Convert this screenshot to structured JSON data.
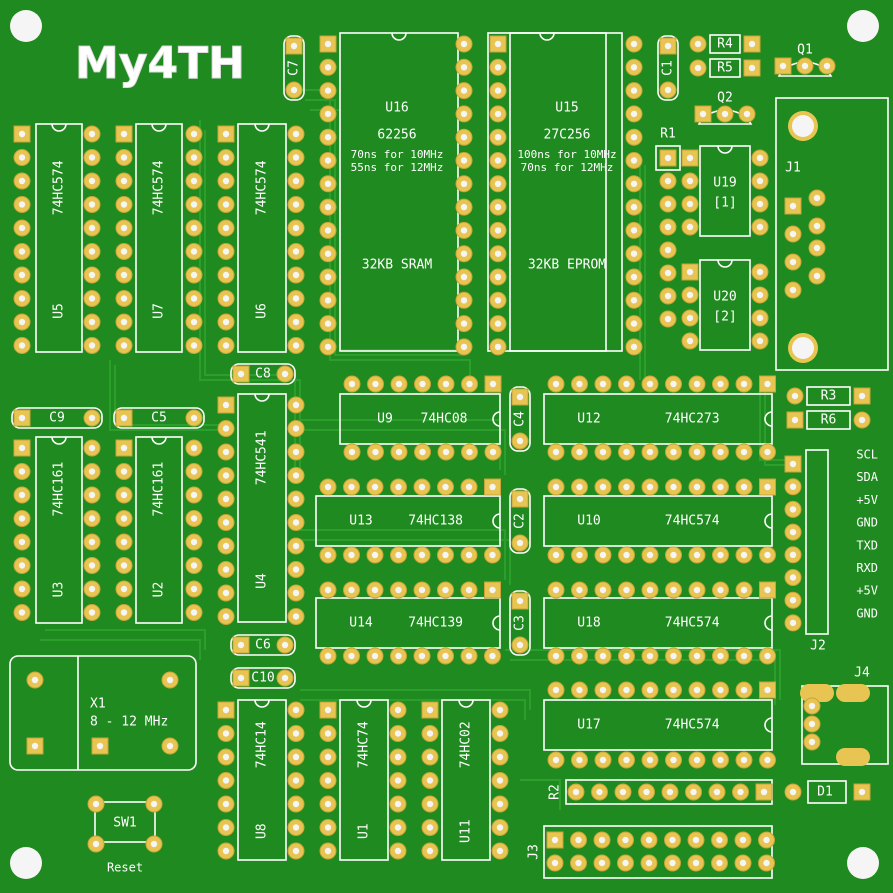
{
  "logo": "My4TH",
  "chips": [
    {
      "ref": "U5",
      "part": "74HC574"
    },
    {
      "ref": "U7",
      "part": "74HC574"
    },
    {
      "ref": "U6",
      "part": "74HC574"
    },
    {
      "ref": "U16",
      "part": "62256",
      "note1": "70ns for 10MHz",
      "note2": "55ns for 12MHz",
      "desc": "32KB SRAM"
    },
    {
      "ref": "U15",
      "part": "27C256",
      "note1": "100ns for 10MHz",
      "note2": "70ns for 12MHz",
      "desc": "32KB EPROM"
    },
    {
      "ref": "U19",
      "part": "[1]"
    },
    {
      "ref": "U20",
      "part": "[2]"
    },
    {
      "ref": "U3",
      "part": "74HC161"
    },
    {
      "ref": "U2",
      "part": "74HC161"
    },
    {
      "ref": "U4",
      "part": "74HC541"
    },
    {
      "ref": "U9",
      "part": "74HC08"
    },
    {
      "ref": "U12",
      "part": "74HC273"
    },
    {
      "ref": "U13",
      "part": "74HC138"
    },
    {
      "ref": "U10",
      "part": "74HC574"
    },
    {
      "ref": "U14",
      "part": "74HC139"
    },
    {
      "ref": "U18",
      "part": "74HC574"
    },
    {
      "ref": "U17",
      "part": "74HC574"
    },
    {
      "ref": "U8",
      "part": "74HC14"
    },
    {
      "ref": "U1",
      "part": "74HC74"
    },
    {
      "ref": "U11",
      "part": "74HC02"
    }
  ],
  "caps": [
    "C7",
    "C1",
    "C8",
    "C9",
    "C5",
    "C4",
    "C2",
    "C3",
    "C6",
    "C10"
  ],
  "resistors": [
    "R4",
    "R5",
    "R1",
    "R3",
    "R6",
    "R2"
  ],
  "transistors": [
    "Q1",
    "Q2"
  ],
  "connectors": [
    "J1",
    "J2",
    "J3",
    "J4"
  ],
  "crystal": {
    "ref": "X1",
    "freq": "8 - 12 MHz"
  },
  "switch": {
    "ref": "SW1",
    "label": "Reset"
  },
  "diode": "D1",
  "j2_pins": [
    "SCL",
    "SDA",
    "+5V",
    "GND",
    "TXD",
    "RXD",
    "+5V",
    "GND"
  ]
}
